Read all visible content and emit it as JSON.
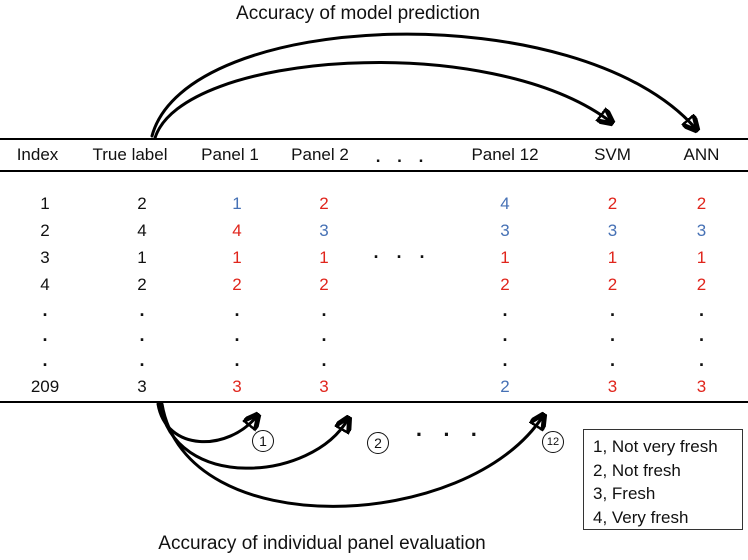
{
  "titles": {
    "top": "Accuracy of model prediction",
    "bottom": "Accuracy of individual panel evaluation"
  },
  "colors": {
    "match_true_label": "#e0251c",
    "mismatch_true_label": "#4671b5",
    "text": "#111111"
  },
  "table": {
    "headers": [
      "Index",
      "True label",
      "Panel 1",
      "Panel 2",
      ". . .",
      "Panel 12",
      "SVM",
      "ANN"
    ],
    "rows": [
      {
        "type": "data",
        "cells": [
          {
            "t": "1",
            "c": "black"
          },
          {
            "t": "2",
            "c": "black"
          },
          {
            "t": "1",
            "c": "blue"
          },
          {
            "t": "2",
            "c": "red"
          },
          {
            "t": "",
            "c": "black"
          },
          {
            "t": "4",
            "c": "blue"
          },
          {
            "t": "2",
            "c": "red"
          },
          {
            "t": "2",
            "c": "red"
          }
        ]
      },
      {
        "type": "data",
        "cells": [
          {
            "t": "2",
            "c": "black"
          },
          {
            "t": "4",
            "c": "black"
          },
          {
            "t": "4",
            "c": "red"
          },
          {
            "t": "3",
            "c": "blue"
          },
          {
            "t": "",
            "c": "black"
          },
          {
            "t": "3",
            "c": "blue"
          },
          {
            "t": "3",
            "c": "blue"
          },
          {
            "t": "3",
            "c": "blue"
          }
        ]
      },
      {
        "type": "data",
        "cells": [
          {
            "t": "3",
            "c": "black"
          },
          {
            "t": "1",
            "c": "black"
          },
          {
            "t": "1",
            "c": "red"
          },
          {
            "t": "1",
            "c": "red"
          },
          {
            "t": "· · ·",
            "c": "black",
            "s": "mid-dots"
          },
          {
            "t": "1",
            "c": "red"
          },
          {
            "t": "1",
            "c": "red"
          },
          {
            "t": "1",
            "c": "red"
          }
        ]
      },
      {
        "type": "data",
        "cells": [
          {
            "t": "4",
            "c": "black"
          },
          {
            "t": "2",
            "c": "black"
          },
          {
            "t": "2",
            "c": "red"
          },
          {
            "t": "2",
            "c": "red"
          },
          {
            "t": "",
            "c": "black"
          },
          {
            "t": "2",
            "c": "red"
          },
          {
            "t": "2",
            "c": "red"
          },
          {
            "t": "2",
            "c": "red"
          }
        ]
      },
      {
        "type": "dots",
        "cells": [
          {
            "t": ".",
            "c": "black"
          },
          {
            "t": ".",
            "c": "black"
          },
          {
            "t": ".",
            "c": "black"
          },
          {
            "t": ".",
            "c": "black"
          },
          {
            "t": "",
            "c": "black"
          },
          {
            "t": ".",
            "c": "black"
          },
          {
            "t": ".",
            "c": "black"
          },
          {
            "t": ".",
            "c": "black"
          }
        ]
      },
      {
        "type": "dots",
        "cells": [
          {
            "t": ".",
            "c": "black"
          },
          {
            "t": ".",
            "c": "black"
          },
          {
            "t": ".",
            "c": "black"
          },
          {
            "t": ".",
            "c": "black"
          },
          {
            "t": "",
            "c": "black"
          },
          {
            "t": ".",
            "c": "black"
          },
          {
            "t": ".",
            "c": "black"
          },
          {
            "t": ".",
            "c": "black"
          }
        ]
      },
      {
        "type": "dots",
        "cells": [
          {
            "t": ".",
            "c": "black"
          },
          {
            "t": ".",
            "c": "black"
          },
          {
            "t": ".",
            "c": "black"
          },
          {
            "t": ".",
            "c": "black"
          },
          {
            "t": "",
            "c": "black"
          },
          {
            "t": ".",
            "c": "black"
          },
          {
            "t": ".",
            "c": "black"
          },
          {
            "t": ".",
            "c": "black"
          }
        ]
      },
      {
        "type": "data",
        "cells": [
          {
            "t": "209",
            "c": "black"
          },
          {
            "t": "3",
            "c": "black"
          },
          {
            "t": "3",
            "c": "red"
          },
          {
            "t": "3",
            "c": "red"
          },
          {
            "t": "",
            "c": "black"
          },
          {
            "t": "2",
            "c": "blue"
          },
          {
            "t": "3",
            "c": "red"
          },
          {
            "t": "3",
            "c": "red"
          }
        ]
      }
    ]
  },
  "panel_arrows": {
    "labels": [
      "1",
      "2",
      "12"
    ],
    "dots": "· · ·"
  },
  "legend": {
    "items": [
      "1, Not very fresh",
      "2, Not fresh",
      "3, Fresh",
      "4, Very fresh"
    ]
  }
}
